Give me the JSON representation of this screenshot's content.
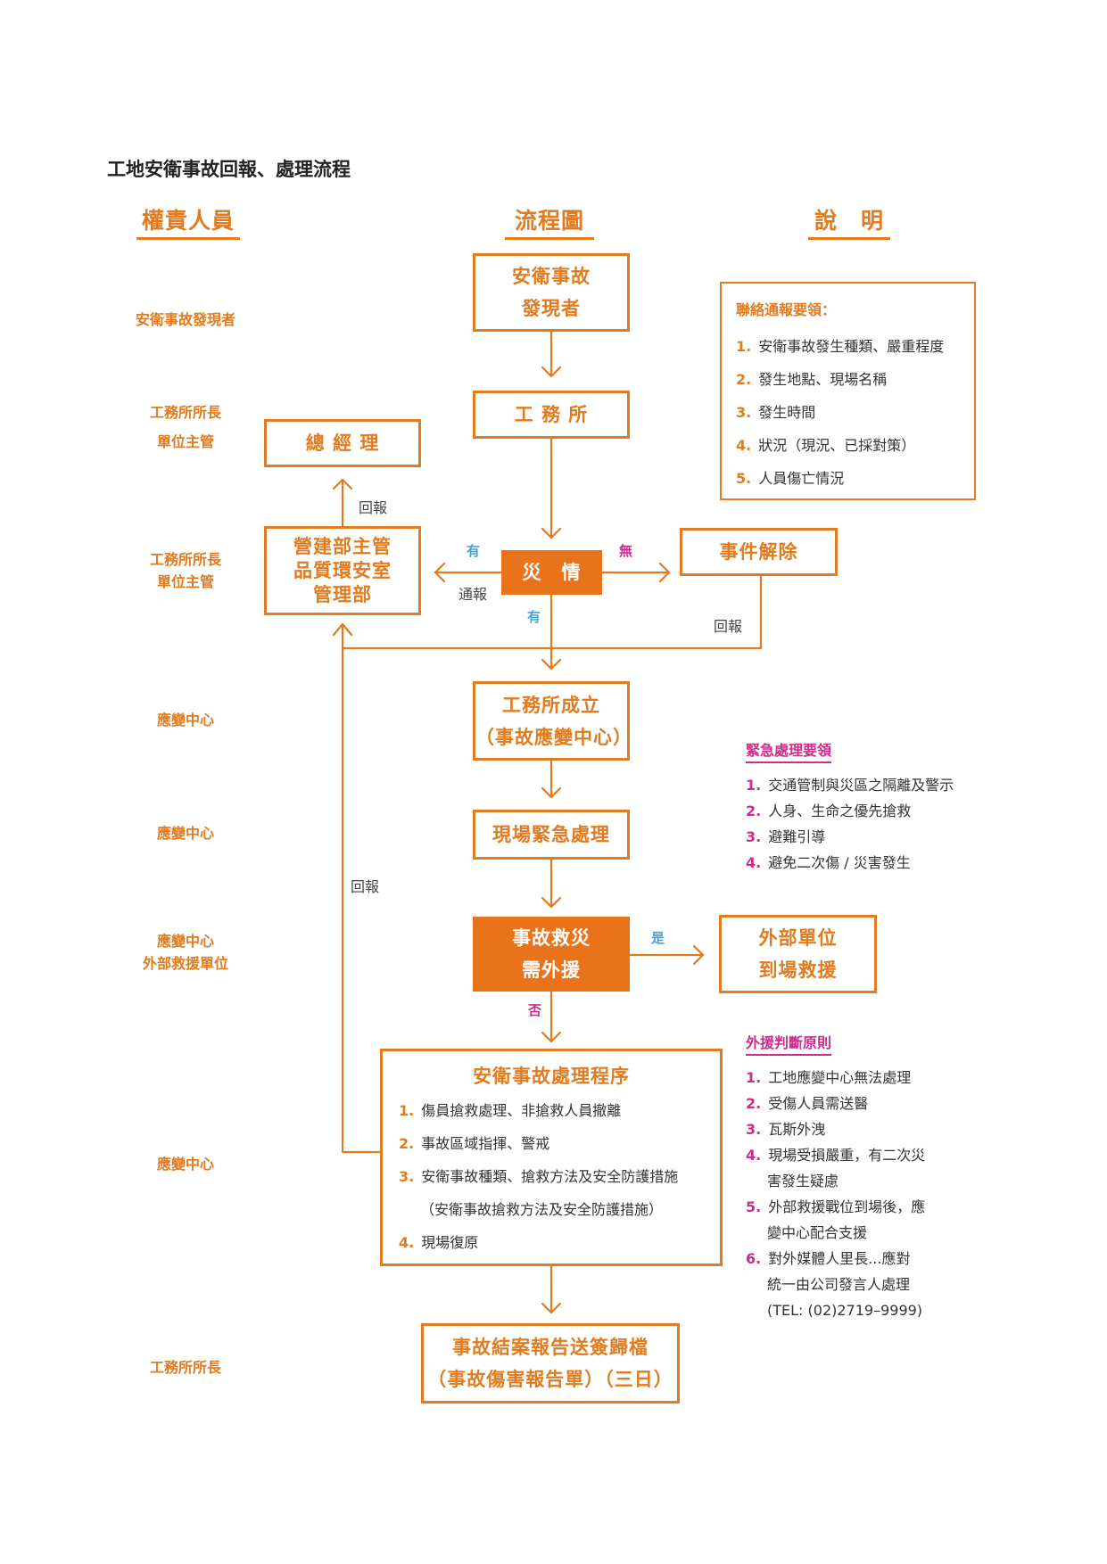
{
  "title": "工地安衛事故回報、處理流程",
  "headers": {
    "roles": "權責人員",
    "flow": "流程圖",
    "notes": "說　明"
  },
  "roles": {
    "r1": "安衛事故發現者",
    "r2a": "工務所所長",
    "r2b": "單位主管",
    "r3a": "工務所所長",
    "r3b": "單位主管",
    "r4": "應變中心",
    "r5": "應變中心",
    "r6a": "應變中心",
    "r6b": "外部救援單位",
    "r7": "應變中心",
    "r8": "工務所所長"
  },
  "nodes": {
    "discoverer": [
      "安衛事故",
      "發現者"
    ],
    "site_office": "工 務 所",
    "gm": "總 經 理",
    "dept": [
      "營建部主管",
      "品質環安室",
      "管理部"
    ],
    "disaster": "災　情",
    "resolved": "事件解除",
    "response_center": [
      "工務所成立",
      "（事故應變中心）"
    ],
    "emergency": "現場緊急處理",
    "need_external": [
      "事故救災",
      "需外援"
    ],
    "external": [
      "外部單位",
      "到場救援"
    ],
    "final": [
      "事故結案報告送簽歸檔",
      "（事故傷害報告單）（三日）"
    ]
  },
  "edge_labels": {
    "report_up": "回報",
    "has_left": "有",
    "notify": "通報",
    "none": "無",
    "has_down": "有",
    "report_right": "回報",
    "report_left": "回報",
    "yes": "是",
    "no": "否"
  },
  "contact_box": {
    "title": "聯絡通報要領：",
    "items": [
      "安衛事故發生種類、嚴重程度",
      "發生地點、現場名稱",
      "發生時間",
      "狀況（現況、已採對策）",
      "人員傷亡情況"
    ]
  },
  "emergency_notes": {
    "title": "緊急處理要領",
    "items": [
      "交通管制與災區之隔離及警示",
      "人身、生命之優先搶救",
      "避難引導",
      "避免二次傷 / 災害發生"
    ]
  },
  "procedure": {
    "title": "安衛事故處理程序",
    "items": [
      "傷員搶救處理、非搶救人員撤離",
      "事故區域指揮、警戒",
      "安衛事故種類、搶救方法及安全防護措施"
    ],
    "sub": "（安衛事故搶救方法及安全防護措施）",
    "item4": "現場復原"
  },
  "external_rules": {
    "title": "外援判斷原則",
    "i1": "工地應變中心無法處理",
    "i2": "受傷人員需送醫",
    "i3": "瓦斯外洩",
    "i4a": "現場受損嚴重，有二次災",
    "i4b": "害發生疑慮",
    "i5a": "外部救援戰位到場後，應",
    "i5b": "變中心配合支援",
    "i6a": "對外媒體人里長...應對",
    "i6b": "統一由公司發言人處理",
    "i6c": "(TEL: (02)2719–9999)"
  },
  "colors": {
    "orange": "#e07b1f",
    "filled": "#e8731b",
    "blue": "#4aa3d8",
    "pink": "#cc2c8a"
  }
}
